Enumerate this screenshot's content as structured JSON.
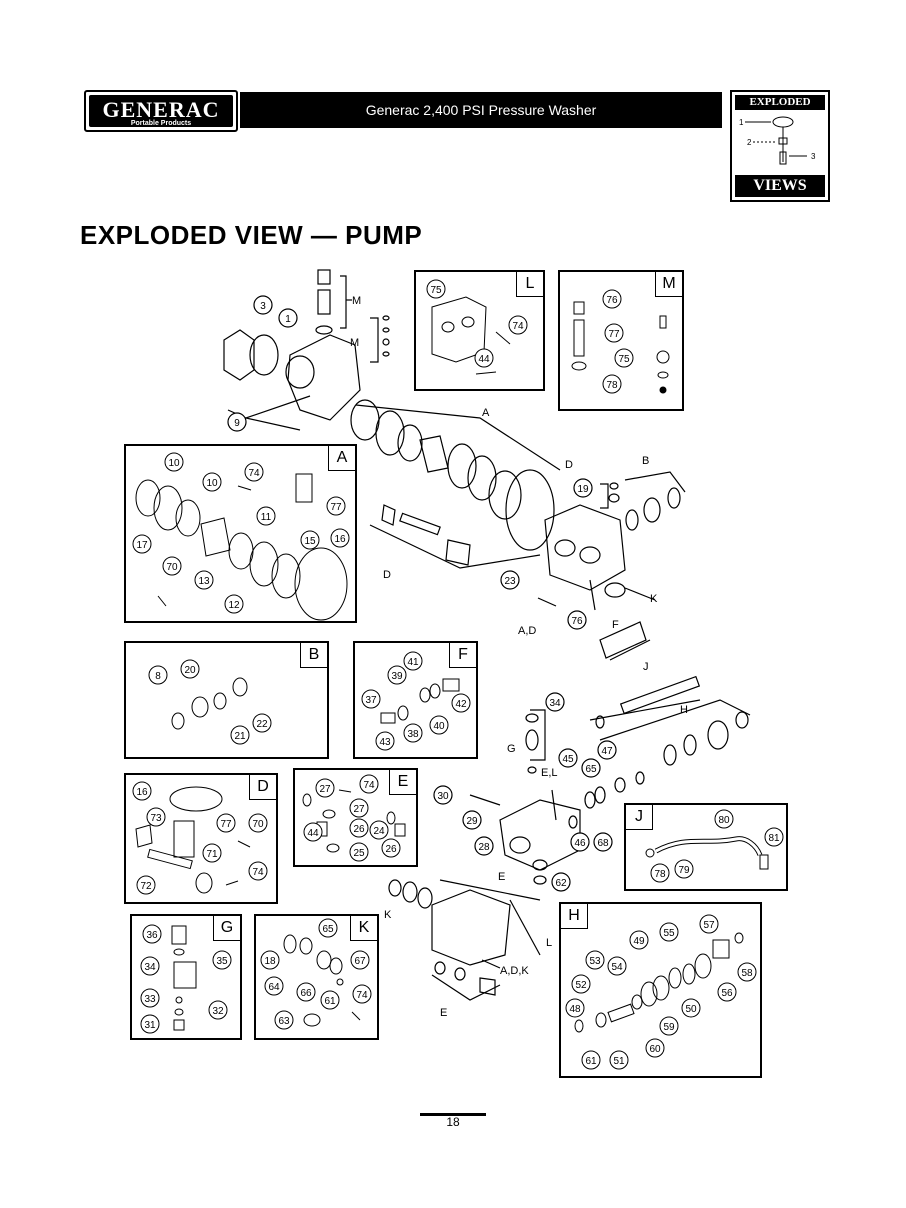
{
  "header": {
    "logo_text": "GENERAC",
    "logo_sub": "Portable Products",
    "title": "Generac 2,400 PSI Pressure Washer",
    "badge_top": "EXPLODED",
    "badge_bottom": "VIEWS",
    "badge_callouts": [
      "1",
      "2",
      "3"
    ]
  },
  "heading": "EXPLODED VIEW — PUMP",
  "page_number": "18",
  "boxes": {
    "L": "L",
    "M": "M",
    "A": "A",
    "B": "B",
    "F": "F",
    "D": "D",
    "E": "E",
    "J": "J",
    "G": "G",
    "K": "K",
    "H": "H"
  },
  "main_labels": {
    "M1": "M",
    "M2": "M",
    "A": "A",
    "D1": "D",
    "D2": "D",
    "B": "B",
    "K": "K",
    "AD": "A,D",
    "F": "F",
    "J": "J",
    "H": "H",
    "G": "G",
    "EL": "E,L",
    "E1": "E",
    "K2": "K",
    "L": "L",
    "ADK": "A,D,K",
    "E2": "E"
  },
  "callouts": {
    "main": [
      "3",
      "1",
      "9",
      "19",
      "23",
      "76",
      "30",
      "29",
      "28",
      "34",
      "45",
      "65",
      "47",
      "46",
      "68",
      "62"
    ],
    "box_L": [
      "75",
      "74",
      "44"
    ],
    "box_M": [
      "76",
      "77",
      "75",
      "78"
    ],
    "box_A": [
      "10",
      "74",
      "10",
      "77",
      "11",
      "17",
      "13",
      "70",
      "15",
      "16",
      "12"
    ],
    "box_B": [
      "8",
      "20",
      "21",
      "22"
    ],
    "box_F": [
      "41",
      "39",
      "42",
      "37",
      "40",
      "38",
      "43"
    ],
    "box_D": [
      "16",
      "73",
      "77",
      "70",
      "71",
      "74",
      "72"
    ],
    "box_E": [
      "27",
      "74",
      "27",
      "26",
      "24",
      "44",
      "25",
      "26"
    ],
    "box_J": [
      "80",
      "81",
      "79",
      "78"
    ],
    "box_G": [
      "36",
      "35",
      "34",
      "33",
      "32",
      "31"
    ],
    "box_K": [
      "65",
      "18",
      "67",
      "64",
      "66",
      "61",
      "74",
      "63"
    ],
    "box_H": [
      "57",
      "49",
      "55",
      "53",
      "54",
      "52",
      "58",
      "48",
      "56",
      "50",
      "59",
      "60",
      "61",
      "51"
    ]
  }
}
